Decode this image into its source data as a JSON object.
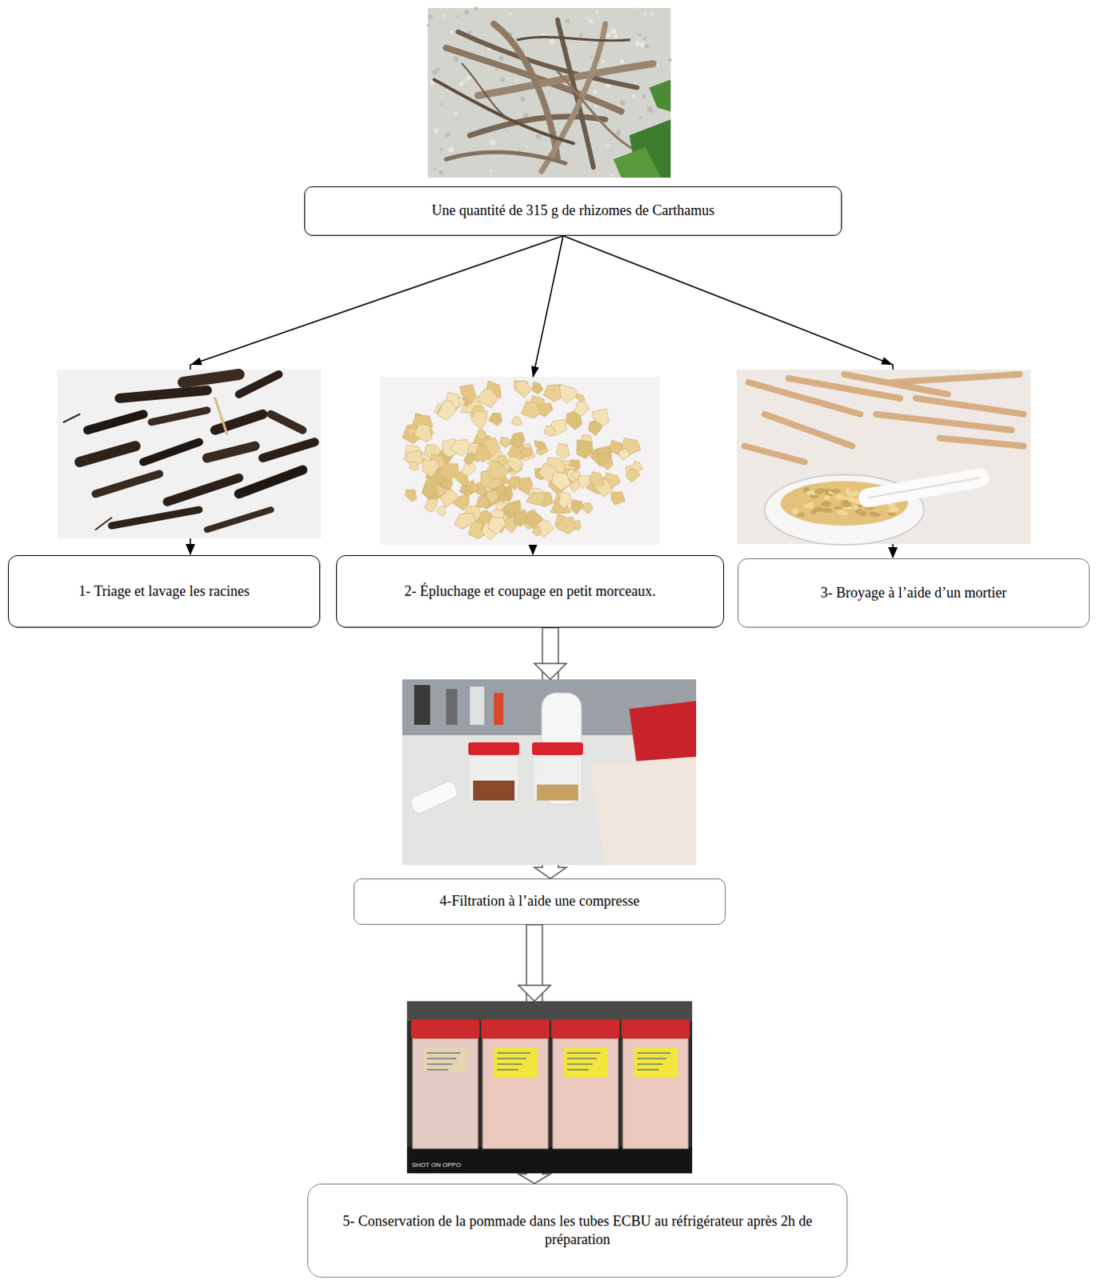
{
  "diagram": {
    "nodes": [
      {
        "text": [
          "Une quantité de 315 g de rhizomes de Carthamus"
        ]
      },
      {
        "text": [
          "1- Triage et lavage les racines"
        ]
      },
      {
        "text": [
          "2- Épluchage et coupage en petit morceaux."
        ]
      },
      {
        "text": [
          "3- Broyage à l’aide d’un mortier"
        ]
      },
      {
        "text": [
          "4-Filtration à l’aide une compresse"
        ]
      },
      {
        "text": [
          "5- Conservation de la pommade dans les tubes ECBU au réfrigérateur après 2h de préparation"
        ]
      }
    ],
    "edges": [
      {
        "from": 0,
        "to": 1,
        "arrow": "to"
      },
      {
        "from": 0,
        "to": 2,
        "arrow": "to"
      },
      {
        "from": 0,
        "to": 3,
        "arrow": "to"
      },
      {
        "from": 2,
        "to": 4,
        "arrow": "to"
      },
      {
        "from": 4,
        "to": 5,
        "arrow": "to"
      }
    ],
    "labels": [
      "SHOT ON OPPO"
    ]
  }
}
